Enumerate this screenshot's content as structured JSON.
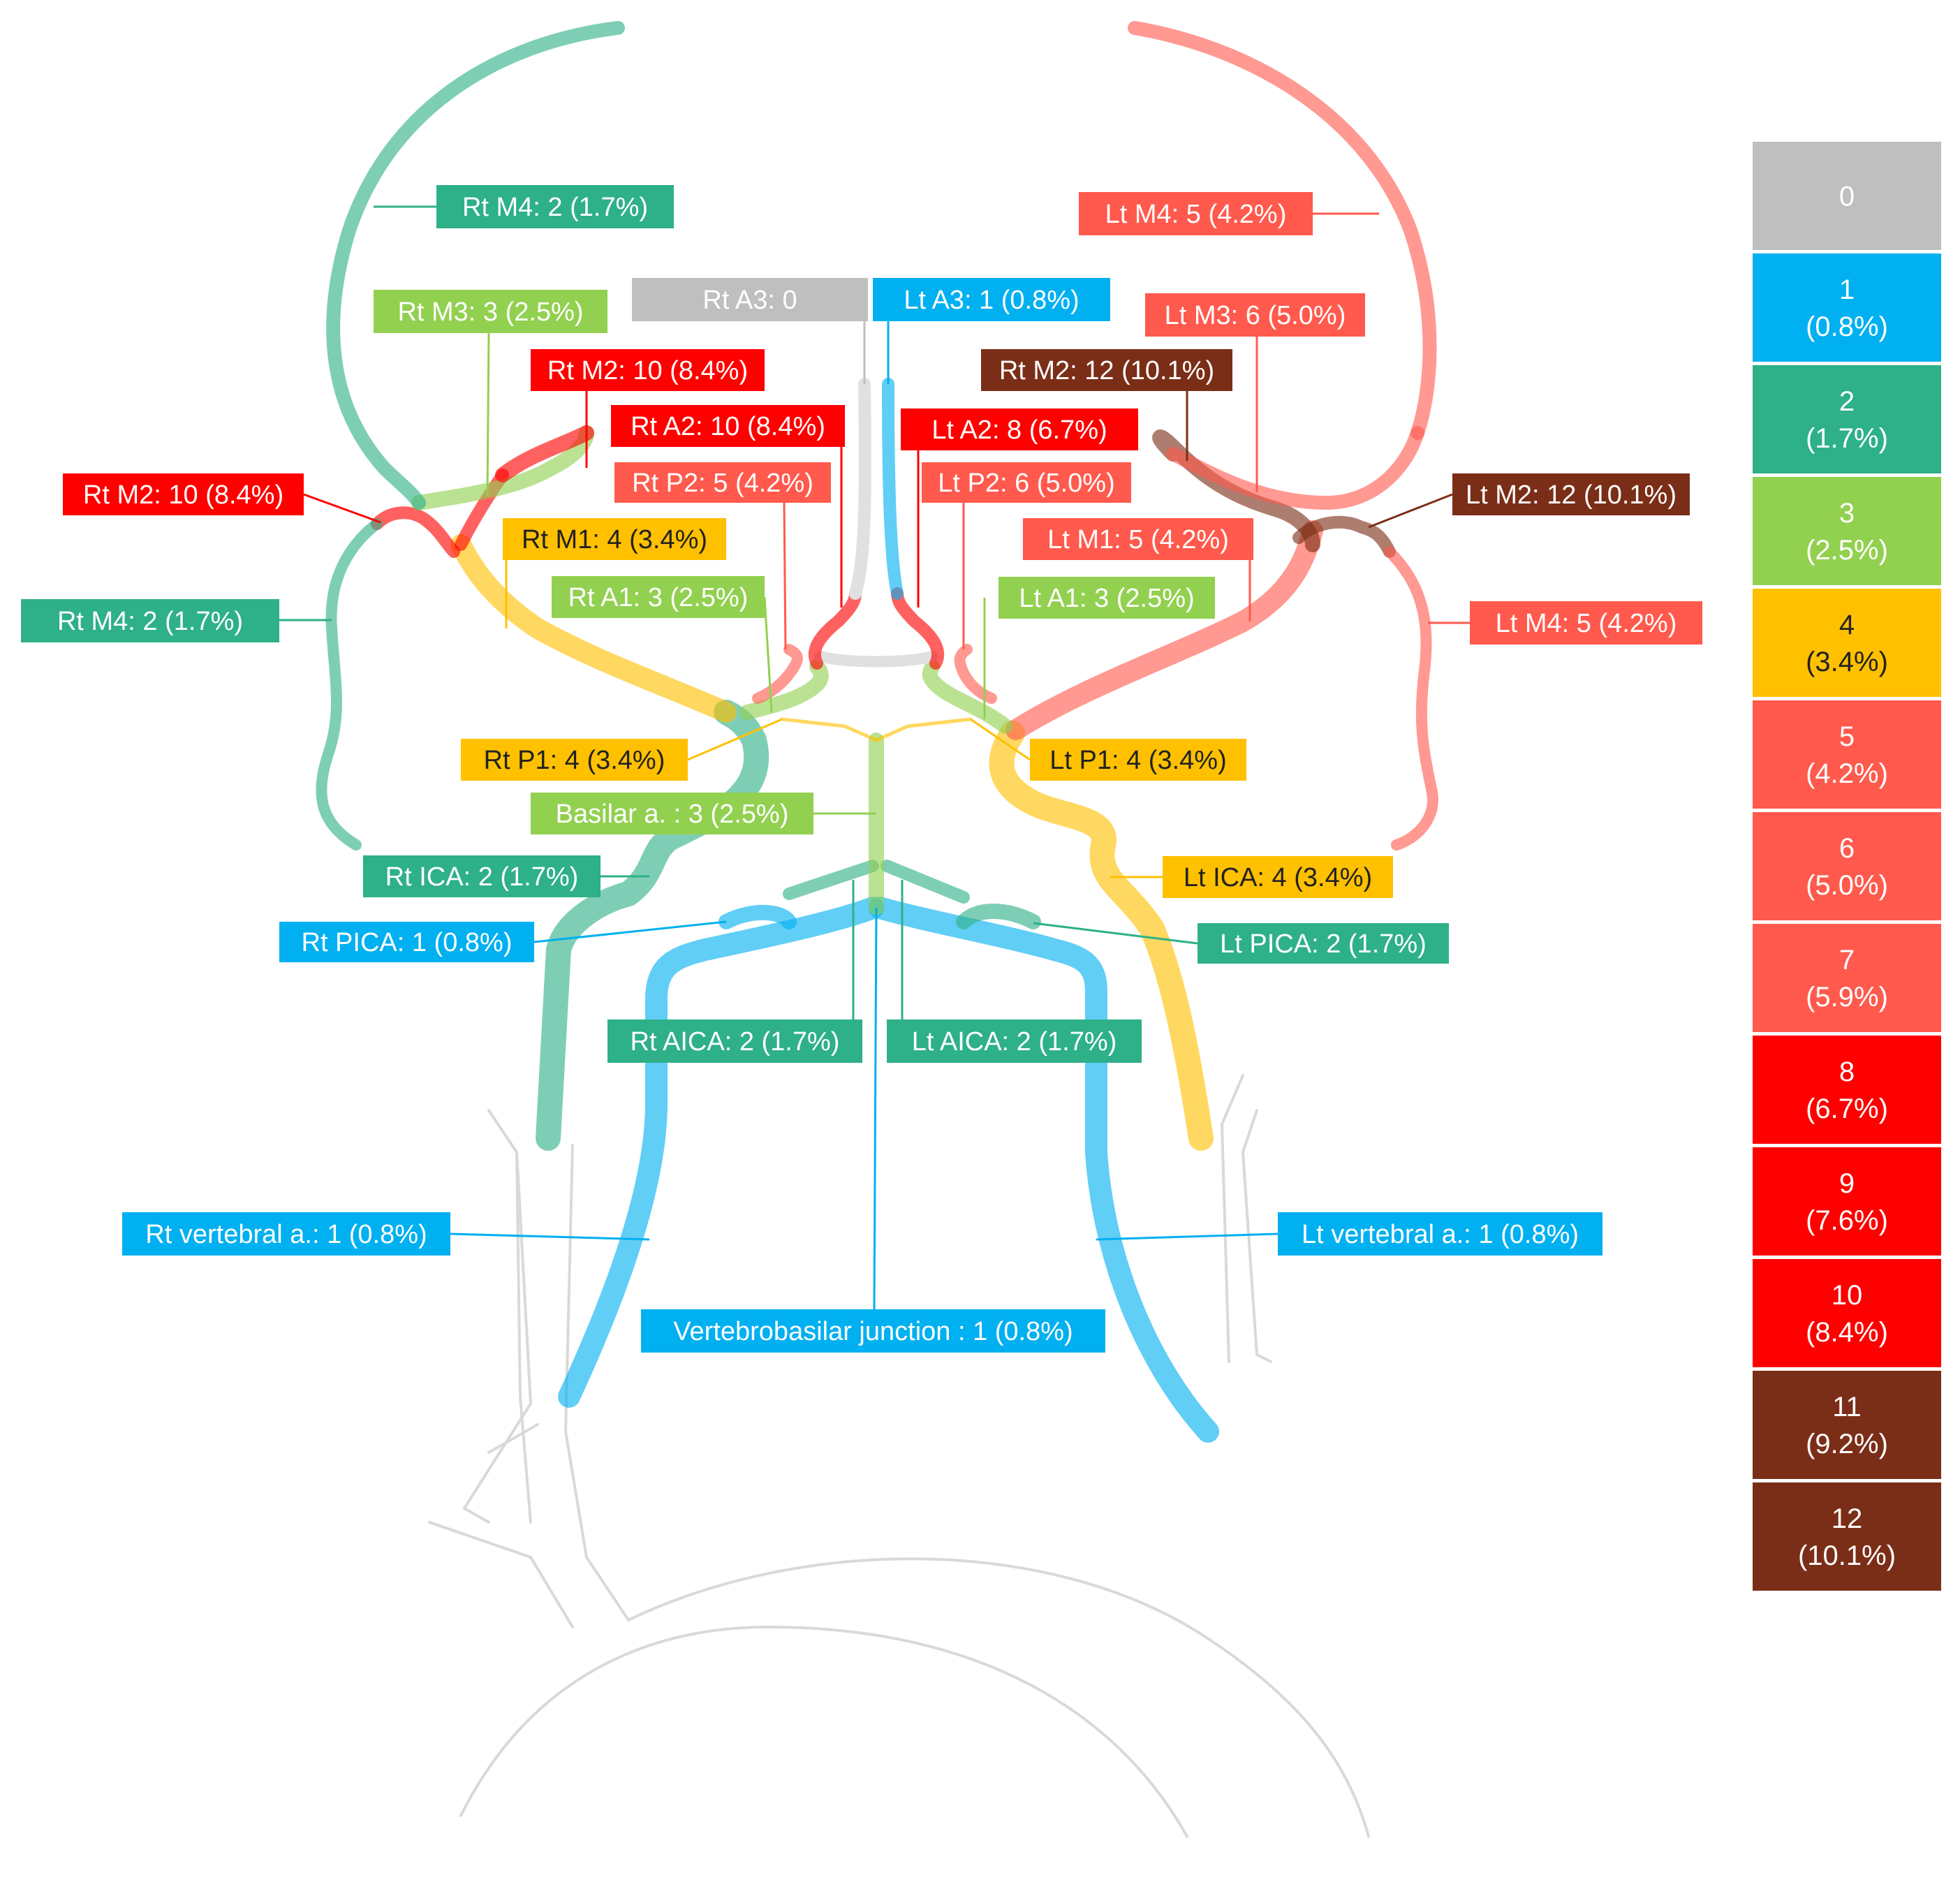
{
  "colors": {
    "0": "#bfbfbf",
    "1": "#00b0f0",
    "2": "#2eb088",
    "3": "#92d050",
    "4": "#ffc000",
    "5": "#ff5a4d",
    "6": "#ff5a4d",
    "7": "#ff5a4d",
    "8": "#ff0000",
    "9": "#ff0000",
    "10": "#ff0000",
    "11": "#7b2e17",
    "12": "#7b2e17"
  },
  "legend": [
    {
      "count": "0",
      "pct": "",
      "color": "#bfbfbf"
    },
    {
      "count": "1",
      "pct": "(0.8%)",
      "color": "#00b0f0"
    },
    {
      "count": "2",
      "pct": "(1.7%)",
      "color": "#2eb088"
    },
    {
      "count": "3",
      "pct": "(2.5%)",
      "color": "#92d050"
    },
    {
      "count": "4",
      "pct": "(3.4%)",
      "color": "#ffc000"
    },
    {
      "count": "5",
      "pct": "(4.2%)",
      "color": "#ff5a4d"
    },
    {
      "count": "6",
      "pct": "(5.0%)",
      "color": "#ff5a4d"
    },
    {
      "count": "7",
      "pct": "(5.9%)",
      "color": "#ff5a4d"
    },
    {
      "count": "8",
      "pct": "(6.7%)",
      "color": "#ff0000"
    },
    {
      "count": "9",
      "pct": "(7.6%)",
      "color": "#ff0000"
    },
    {
      "count": "10",
      "pct": "(8.4%)",
      "color": "#ff0000"
    },
    {
      "count": "11",
      "pct": "(9.2%)",
      "color": "#7b2e17"
    },
    {
      "count": "12",
      "pct": "(10.1%)",
      "color": "#7b2e17"
    }
  ],
  "labels": {
    "rt_m4_top": {
      "text": "Rt M4: 2 (1.7%)",
      "count": 2
    },
    "lt_m4_top": {
      "text": "Lt M4: 5 (4.2%)",
      "count": 5
    },
    "rt_a3": {
      "text": "Rt A3: 0",
      "count": 0
    },
    "lt_a3": {
      "text": "Lt A3: 1 (0.8%)",
      "count": 1
    },
    "rt_m3": {
      "text": "Rt M3: 3 (2.5%)",
      "count": 3
    },
    "lt_m3": {
      "text": "Lt M3: 6 (5.0%)",
      "count": 6
    },
    "rt_m2_upper": {
      "text": "Rt M2: 10 (8.4%)",
      "count": 10
    },
    "lt_m2_upper": {
      "text": "Rt M2: 12 (10.1%)",
      "count": 12
    },
    "rt_a2": {
      "text": "Rt A2: 10 (8.4%)",
      "count": 10
    },
    "lt_a2": {
      "text": "Lt A2: 8 (6.7%)",
      "count": 8
    },
    "rt_m2_side": {
      "text": "Rt M2: 10 (8.4%)",
      "count": 10
    },
    "rt_p2": {
      "text": "Rt P2: 5 (4.2%)",
      "count": 5
    },
    "lt_p2": {
      "text": "Lt P2: 6 (5.0%)",
      "count": 6
    },
    "lt_m2_side": {
      "text": "Lt M2: 12 (10.1%)",
      "count": 12
    },
    "rt_m1": {
      "text": "Rt M1: 4 (3.4%)",
      "count": 4
    },
    "lt_m1": {
      "text": "Lt M1: 5 (4.2%)",
      "count": 5
    },
    "rt_a1": {
      "text": "Rt A1: 3 (2.5%)",
      "count": 3
    },
    "lt_a1": {
      "text": "Lt A1: 3 (2.5%)",
      "count": 3
    },
    "rt_m4_side": {
      "text": "Rt M4: 2 (1.7%)",
      "count": 2
    },
    "lt_m4_side": {
      "text": "Lt M4: 5 (4.2%)",
      "count": 5
    },
    "rt_p1": {
      "text": "Rt P1: 4 (3.4%)",
      "count": 4
    },
    "lt_p1": {
      "text": "Lt P1: 4 (3.4%)",
      "count": 4
    },
    "basilar": {
      "text": "Basilar a. : 3 (2.5%)",
      "count": 3
    },
    "rt_ica": {
      "text": "Rt ICA: 2 (1.7%)",
      "count": 2
    },
    "lt_ica": {
      "text": "Lt ICA: 4 (3.4%)",
      "count": 4
    },
    "rt_pica": {
      "text": "Rt PICA: 1 (0.8%)",
      "count": 1
    },
    "lt_pica": {
      "text": "Lt PICA: 2 (1.7%)",
      "count": 2
    },
    "rt_aica": {
      "text": "Rt AICA: 2 (1.7%)",
      "count": 2
    },
    "lt_aica": {
      "text": "Lt AICA: 2 (1.7%)",
      "count": 2
    },
    "rt_vertebral": {
      "text": "Rt vertebral a.: 1 (0.8%)",
      "count": 1
    },
    "lt_vertebral": {
      "text": "Lt vertebral a.: 1 (0.8%)",
      "count": 1
    },
    "vb_junction": {
      "text": "Vertebrobasilar junction : 1 (0.8%)",
      "count": 1
    }
  }
}
